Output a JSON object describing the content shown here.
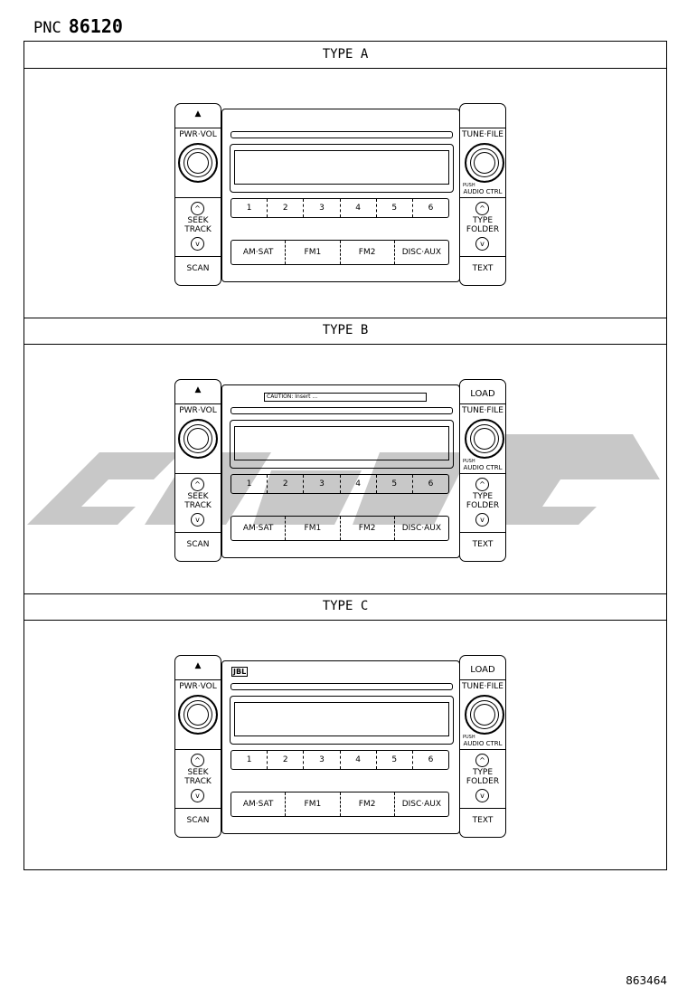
{
  "pnc_label": "PNC",
  "pnc_number": "86120",
  "figure_number": "863464",
  "types": [
    {
      "title": "TYPE  A",
      "load": "",
      "caution": "",
      "logo": ""
    },
    {
      "title": "TYPE  B",
      "load": "LOAD",
      "caution": "CAUTION: Insert ...",
      "logo": ""
    },
    {
      "title": "TYPE  C",
      "load": "LOAD",
      "caution": "",
      "logo": "JBL"
    }
  ],
  "unit": {
    "eject": "▲",
    "pwr_vol": "PWR·VOL",
    "seek": "SEEK",
    "track": "TRACK",
    "scan": "SCAN",
    "tune_file": "TUNE·FILE",
    "push": "PUSH",
    "audio_ctrl": "AUDIO CTRL",
    "type": "TYPE",
    "folder": "FOLDER",
    "text": "TEXT",
    "presets": [
      "1",
      "2",
      "3",
      "4",
      "5",
      "6"
    ],
    "modes": [
      "AM·SAT",
      "FM1",
      "FM2",
      "DISC·AUX"
    ]
  },
  "colors": {
    "watermark": "#c8c8c8"
  }
}
